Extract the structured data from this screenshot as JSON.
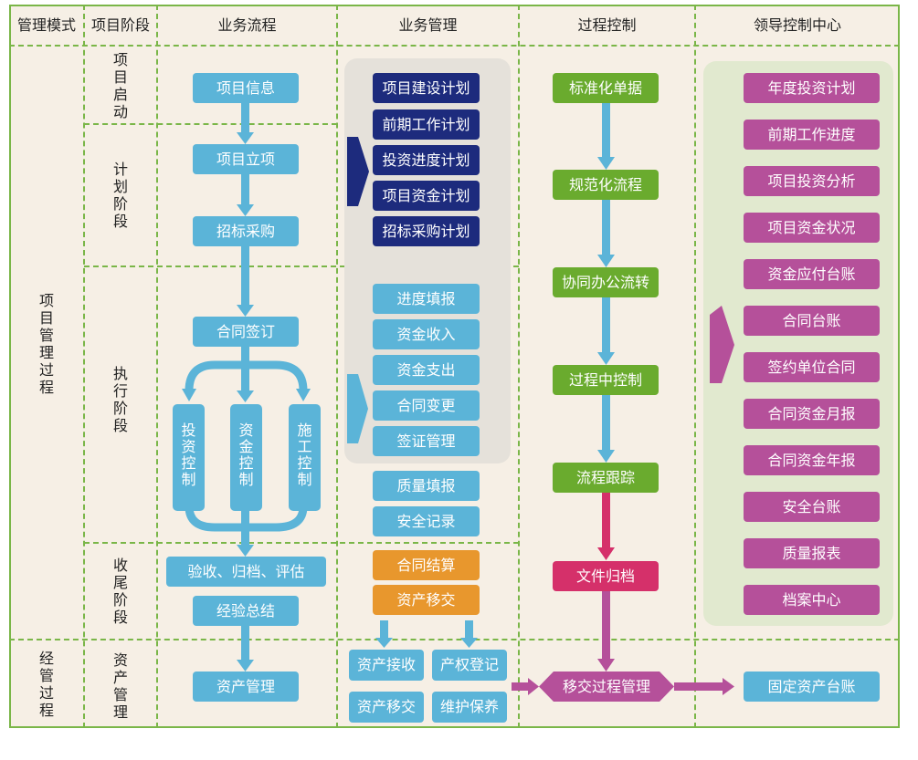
{
  "headers": [
    "管理模式",
    "项目阶段",
    "业务流程",
    "业务管理",
    "过程控制",
    "领导控制中心"
  ],
  "modes": [
    "项目管理过程",
    "经管过程"
  ],
  "stages": [
    "项目启动",
    "计划阶段",
    "执行阶段",
    "收尾阶段",
    "资产管理"
  ],
  "flow": {
    "info": "项目信息",
    "approval": "项目立项",
    "bidding": "招标采购",
    "contract": "合同签订",
    "bars": [
      "投资控制",
      "资金控制",
      "施工控制"
    ],
    "acceptance": "验收、归档、评估",
    "summary": "经验总结",
    "asset": "资产管理"
  },
  "management": {
    "plans": [
      "项目建设计划",
      "前期工作计划",
      "投资进度计划",
      "项目资金计划",
      "招标采购计划"
    ],
    "execution": [
      "进度填报",
      "资金收入",
      "资金支出",
      "合同变更",
      "签证管理",
      "质量填报",
      "安全记录"
    ],
    "closing": [
      "合同结算",
      "资产移交"
    ],
    "assets": [
      "资产接收",
      "产权登记",
      "资产移交",
      "维护保养"
    ]
  },
  "control": {
    "steps": [
      "标准化单据",
      "规范化流程",
      "协同办公流转",
      "过程中控制",
      "流程跟踪"
    ],
    "archive": "文件归档",
    "transfer": "移交过程管理"
  },
  "leader": {
    "items": [
      "年度投资计划",
      "前期工作进度",
      "项目投资分析",
      "项目资金状况",
      "资金应付台账",
      "合同台账",
      "签约单位合同",
      "合同资金月报",
      "合同资金年报",
      "安全台账",
      "质量报表",
      "档案中心"
    ],
    "fixed": "固定资产台账"
  }
}
